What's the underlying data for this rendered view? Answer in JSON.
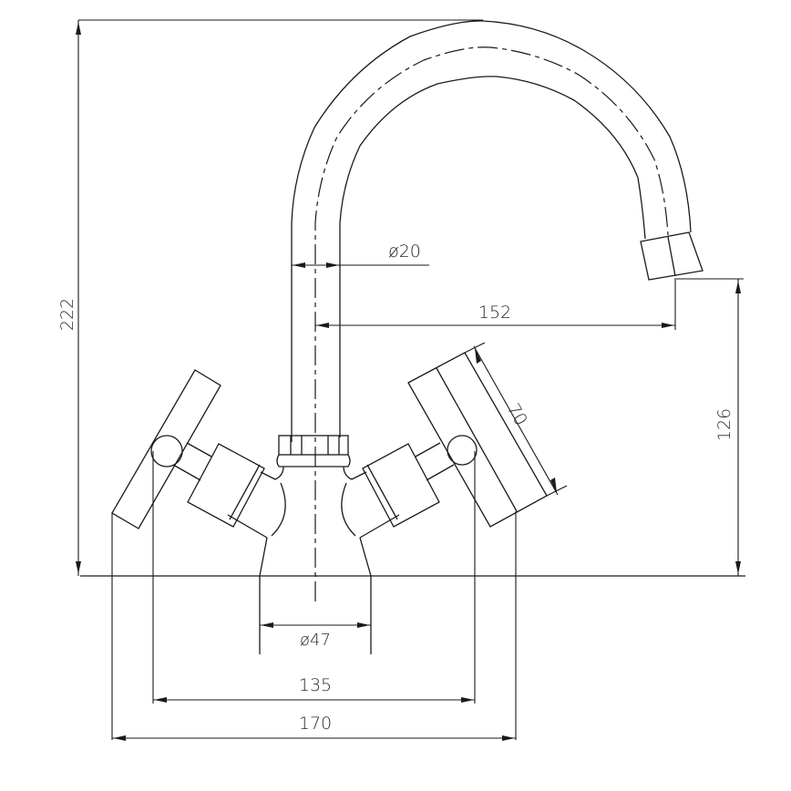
{
  "drawing": {
    "subject": "Twin-handle basin mixer tap with swivel spout",
    "background": "#ffffff",
    "line_color": "#1a1a1a",
    "units": "mm"
  },
  "dimensions": {
    "overall_height": "222",
    "spout_diameter": "ø20",
    "spout_reach": "152",
    "spout_outlet_height": "126",
    "handle_length": "70",
    "base_diameter": "ø47",
    "handle_spacing": "135",
    "overall_width": "170"
  }
}
